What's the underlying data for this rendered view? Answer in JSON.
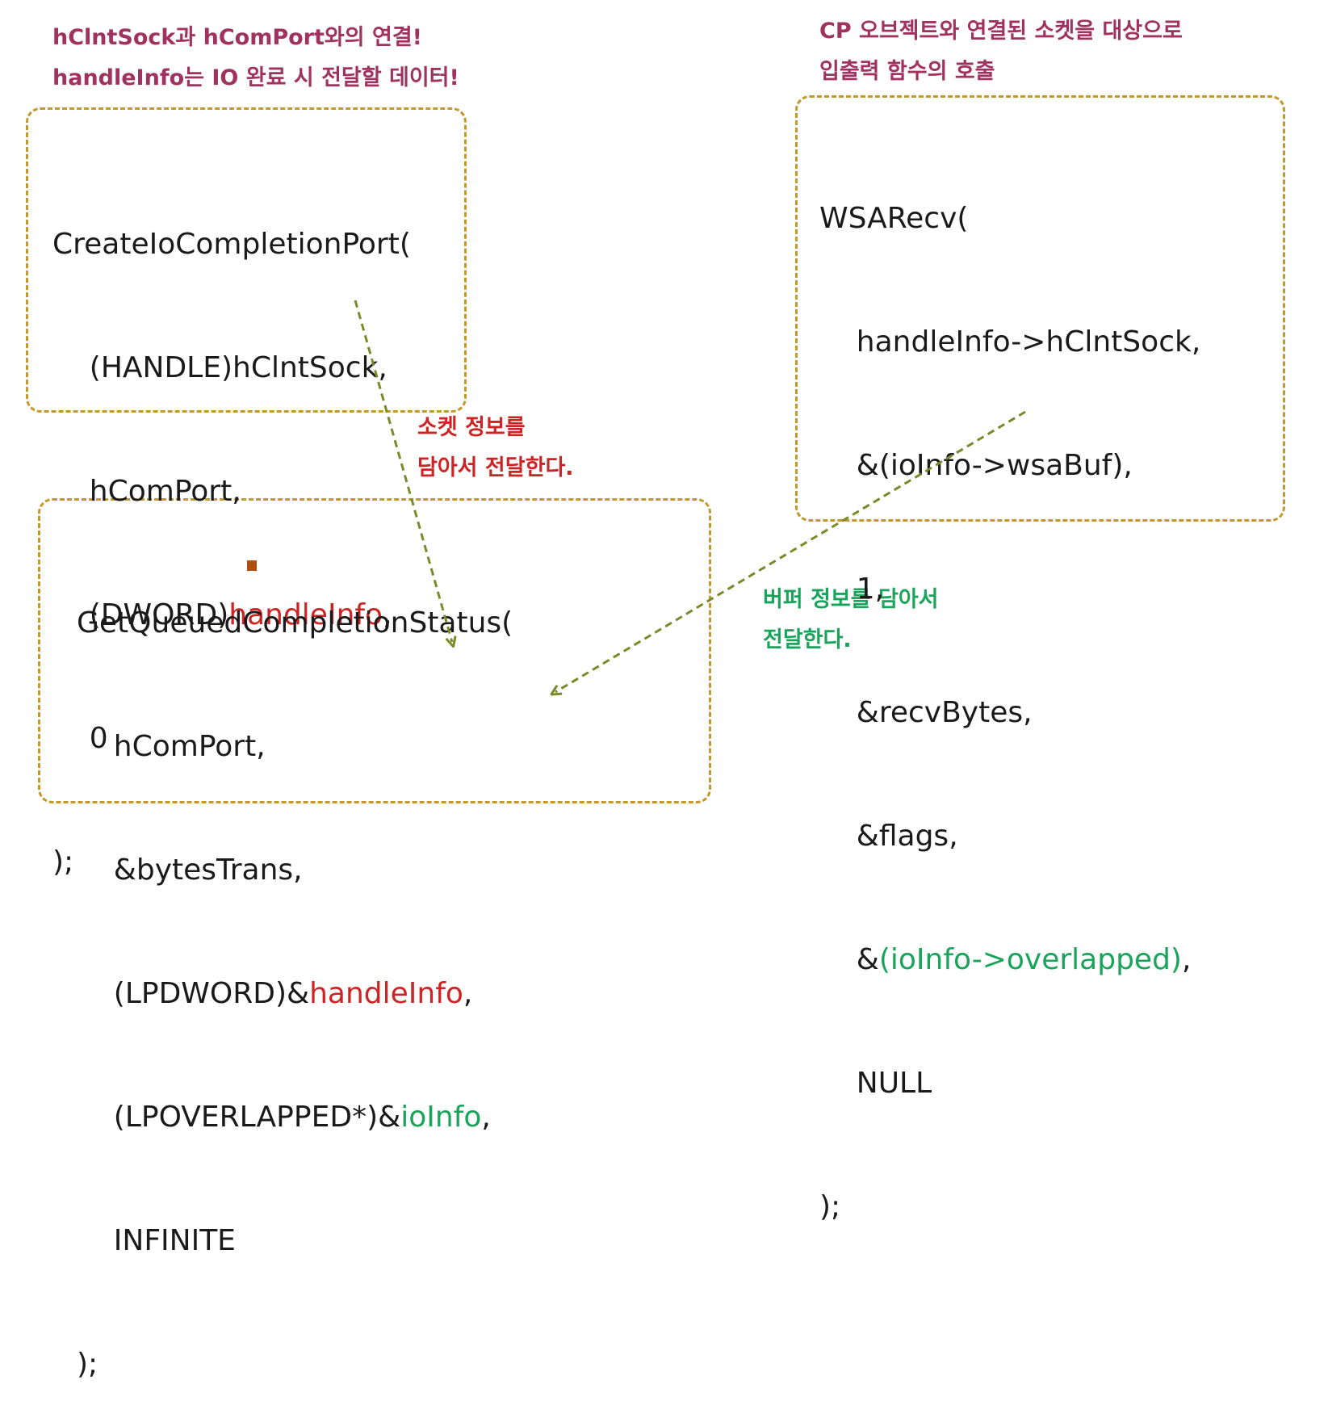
{
  "notes": {
    "top_left": [
      "hClntSock과 hComPort와의 연결!",
      "handleInfo는 IO 완료 시 전달할 데이터!"
    ],
    "top_right": [
      "CP 오브젝트와 연결된 소켓을 대상으로",
      "입출력 함수의 호출"
    ],
    "mid": [
      "소켓 정보를",
      "담아서 전달한다."
    ],
    "right": [
      "버퍼 정보를 담아서",
      "전달한다."
    ]
  },
  "code_create": {
    "l0": "CreateIoCompletionPort(",
    "l1": "    (HANDLE)hClntSock,",
    "l2": "    hComPort,",
    "l3_pre": "    (DWORD)",
    "l3_hl": "handleInfo",
    "l3_post": ",",
    "l4": "    0",
    "l5": ");"
  },
  "code_wsarecv": {
    "l0": "WSARecv(",
    "l1": "    handleInfo->hClntSock,",
    "l2": "    &(ioInfo->wsaBuf),",
    "l3": "    1,",
    "l4": "    &recvBytes,",
    "l5": "    &flags,",
    "l6_pre": "    &",
    "l6_hl": "(ioInfo->overlapped)",
    "l6_post": ",",
    "l7": "    NULL",
    "l8": ");"
  },
  "code_getq": {
    "l0": "GetQueuedCompletionStatus(",
    "l1": "    hComPort,",
    "l2": "    &bytesTrans,",
    "l3_pre": "    (LPDWORD)&",
    "l3_hl": "handleInfo",
    "l3_post": ",",
    "l4_pre": "    (LPOVERLAPPED*)&",
    "l4_hl": "ioInfo",
    "l4_post": ",",
    "l5": "    INFINITE",
    "l6": ");"
  },
  "colors": {
    "note_title": "#a0325f",
    "highlight_red": "#cc2424",
    "highlight_green": "#1aa35a",
    "box_border": "#c4982a",
    "arrow": "#7a8a2a"
  }
}
